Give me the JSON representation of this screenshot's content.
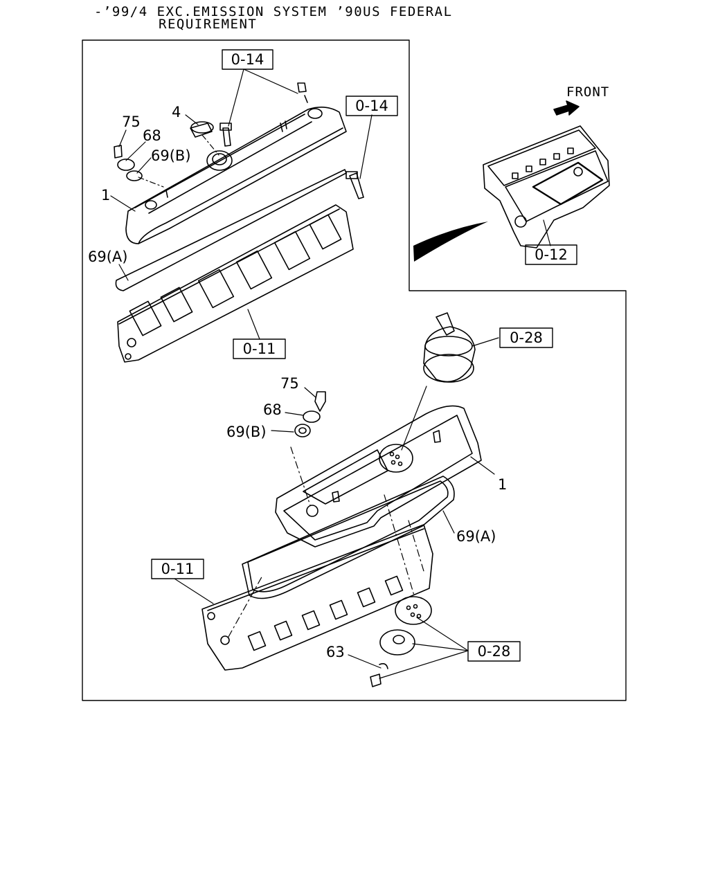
{
  "header": {
    "line1": "-’99/4 EXC.EMISSION SYSTEM ’90US FEDERAL",
    "line2": "REQUIREMENT"
  },
  "orientation": {
    "front_label": "FRONT"
  },
  "refs": {
    "r1": "0-14",
    "r2": "0-14",
    "r3": "0-12",
    "r4": "0-11",
    "r5": "0-28",
    "r6": "0-11",
    "r7": "0-28"
  },
  "labels": {
    "top_75": "75",
    "top_68": "68",
    "top_69b": "69(B)",
    "top_4": "4",
    "top_1": "1",
    "top_69a": "69(A)",
    "bot_75": "75",
    "bot_68": "68",
    "bot_69b": "69(B)",
    "bot_1": "1",
    "bot_69a": "69(A)",
    "bot_63": "63"
  }
}
